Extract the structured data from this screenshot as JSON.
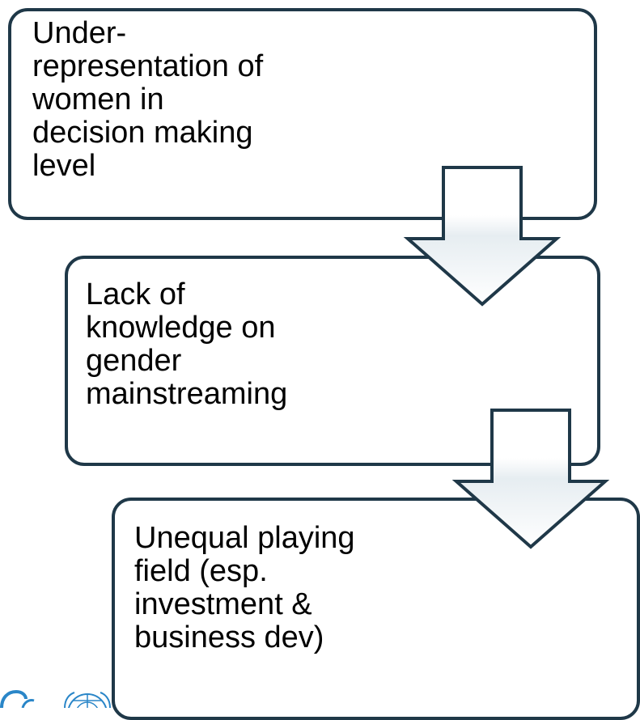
{
  "diagram": {
    "boxes": [
      {
        "text": "Under-\nrepresentation of\nwomen in\ndecision making\nlevel"
      },
      {
        "text": "Lack of\nknowledge on\ngender\nmainstreaming"
      },
      {
        "text": "Unequal playing\nfield (esp.\ninvestment  &\nbusiness dev)"
      }
    ],
    "colors": {
      "border": "#1f3848",
      "arrow_fill": "#ffffff",
      "arrow_gradient_end": "#e6edf1",
      "text": "#000000",
      "logo": "#2a86c8"
    }
  }
}
